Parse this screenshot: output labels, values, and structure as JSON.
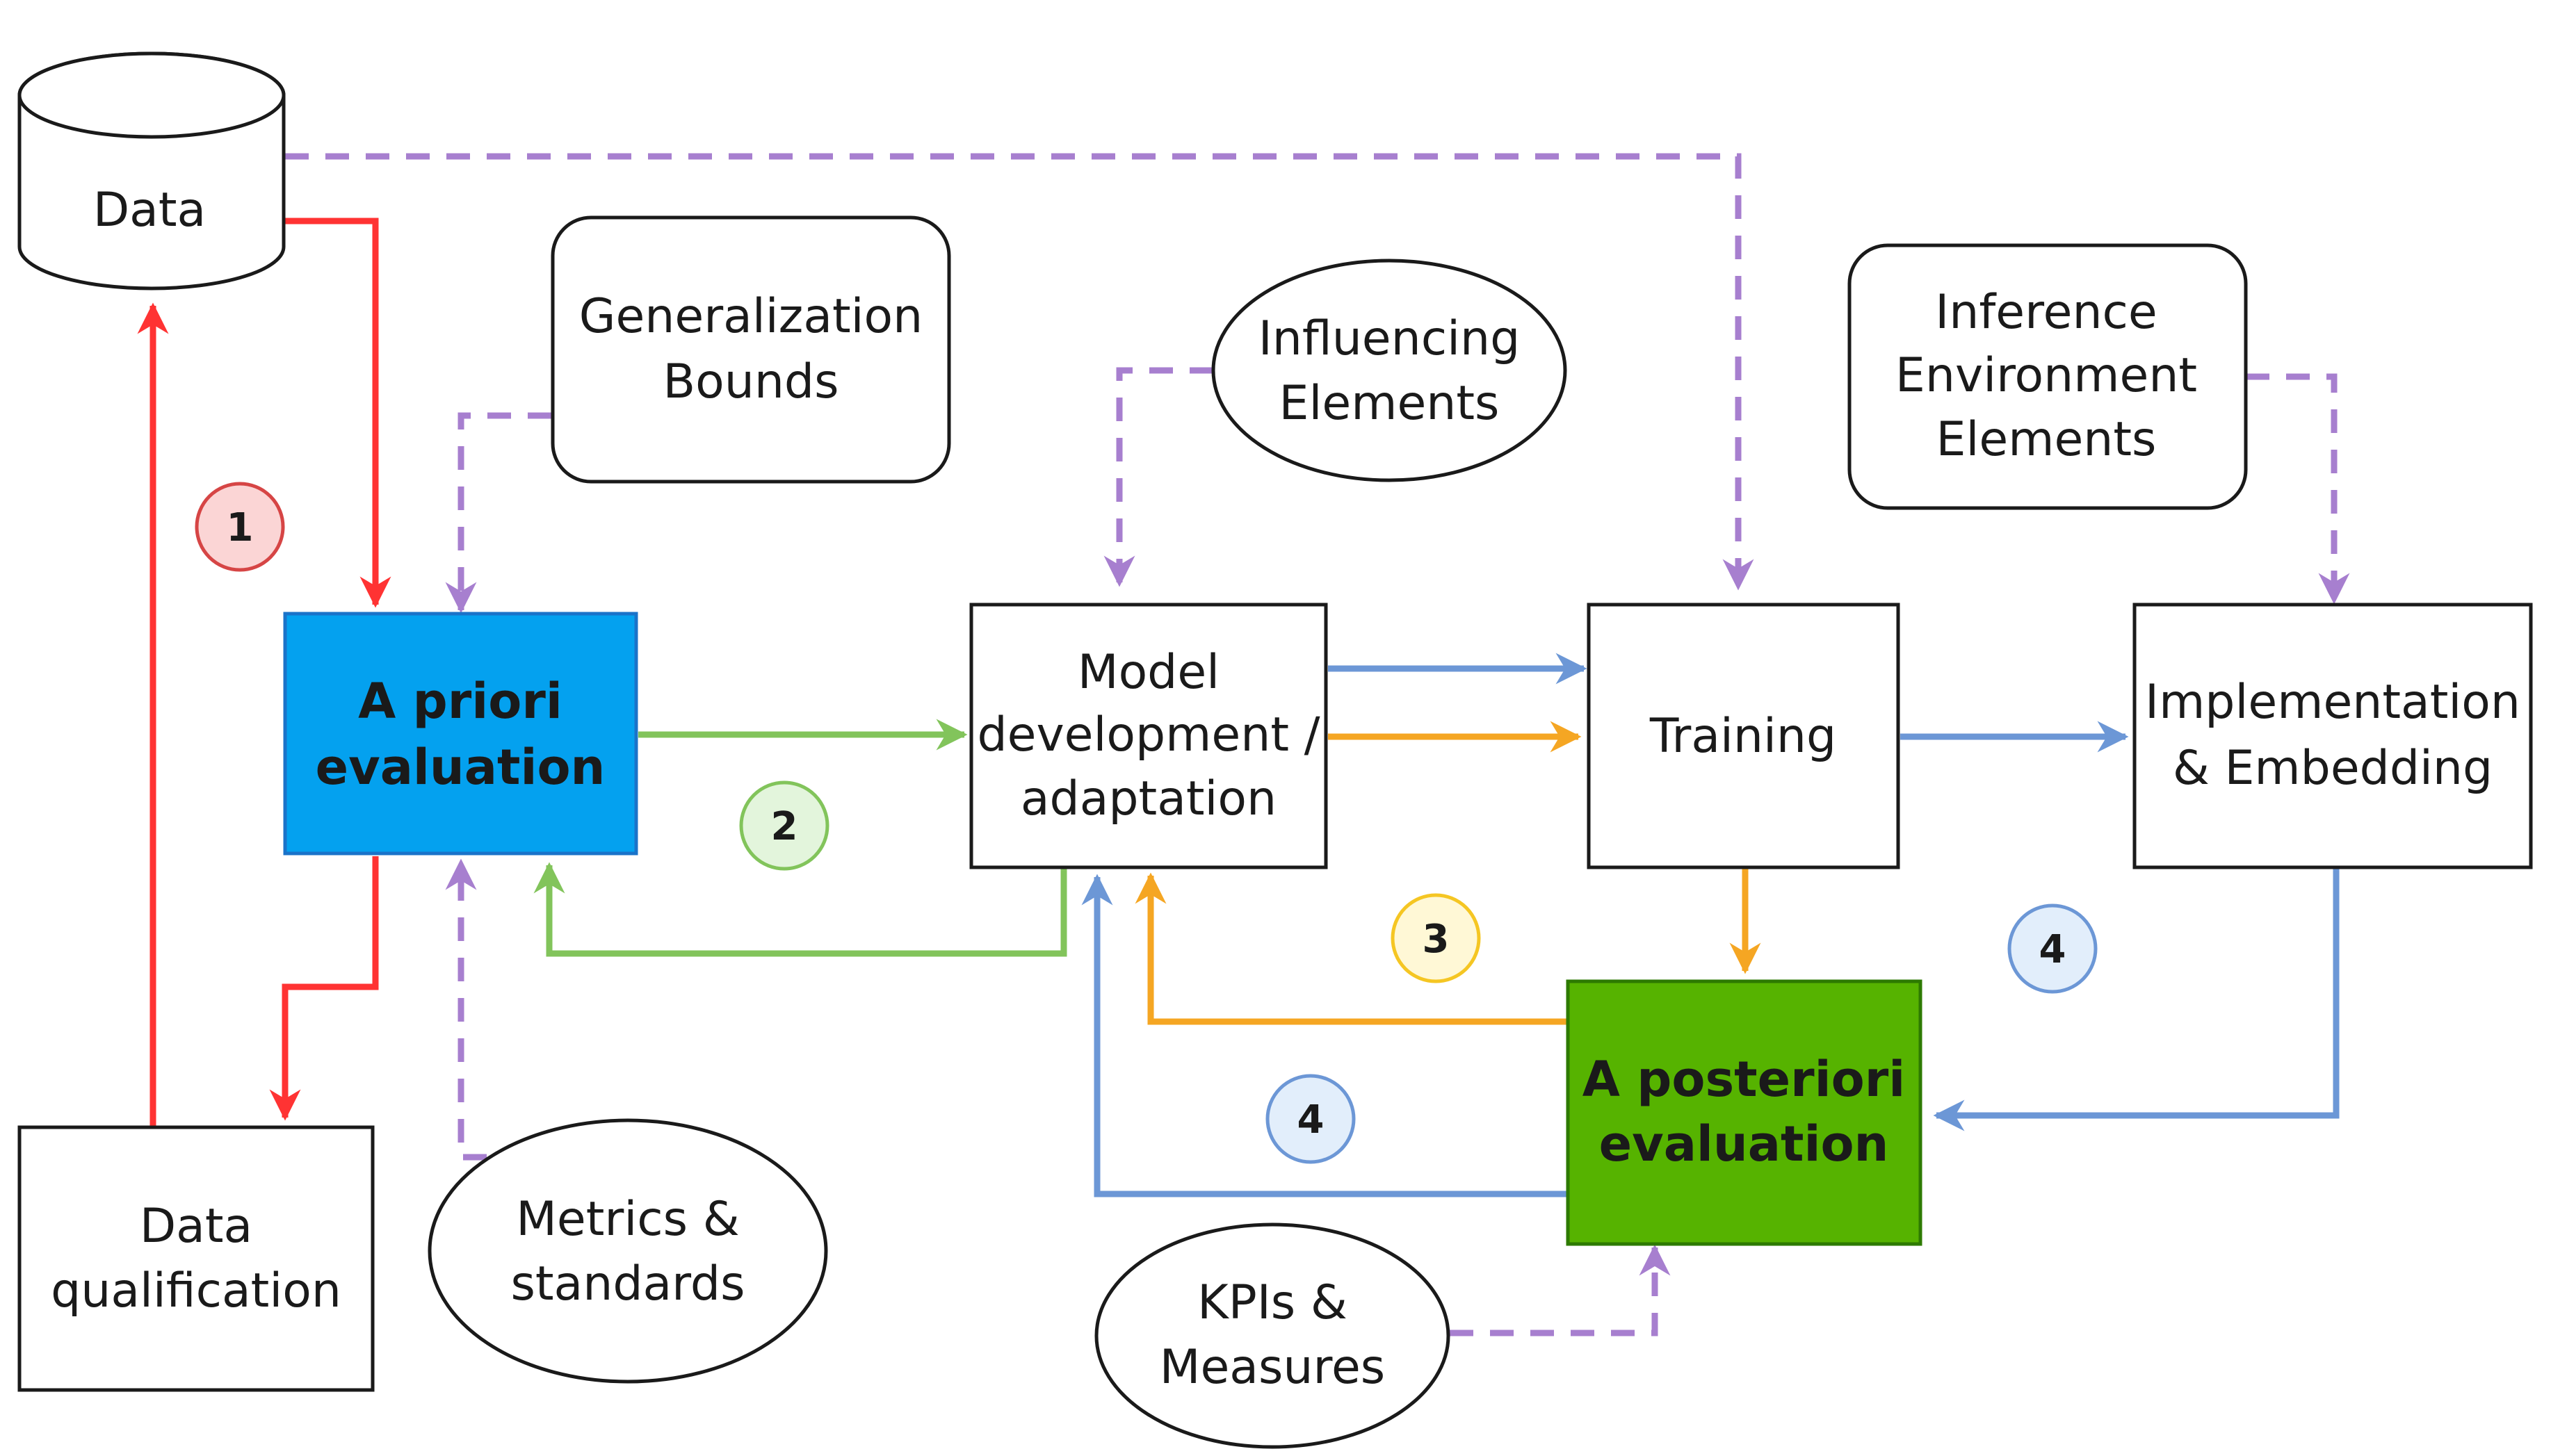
{
  "nodes": {
    "data": {
      "label": "Data"
    },
    "data_qualification": {
      "line1": "Data",
      "line2": "qualification"
    },
    "generalization_bounds": {
      "line1": "Generalization",
      "line2": "Bounds"
    },
    "influencing_elements": {
      "line1": "Influencing",
      "line2": "Elements"
    },
    "inference_environment": {
      "line1": "Inference",
      "line2": "Environment",
      "line3": "Elements"
    },
    "a_priori": {
      "line1": "A priori",
      "line2": "evaluation"
    },
    "model_development": {
      "line1": "Model",
      "line2": "development /",
      "line3": "adaptation"
    },
    "training": {
      "label": "Training"
    },
    "implementation": {
      "line1": "Implementation",
      "line2": "& Embedding"
    },
    "a_posteriori": {
      "line1": "A posteriori",
      "line2": "evaluation"
    },
    "metrics_standards": {
      "line1": "Metrics &",
      "line2": "standards"
    },
    "kpis_measures": {
      "line1": "KPIs &",
      "line2": "Measures"
    }
  },
  "badges": {
    "loop1": "1",
    "loop2": "2",
    "loop3": "3",
    "loop4_right": "4",
    "loop4_left": "4"
  },
  "colors": {
    "red": "#ff3333",
    "green": "#82c45b",
    "yellow": "#f5a623",
    "blue": "#6c97d6",
    "purple": "#a77fcf",
    "a_priori_fill": "#04a1ef",
    "a_posteriori_fill": "#56b300"
  }
}
